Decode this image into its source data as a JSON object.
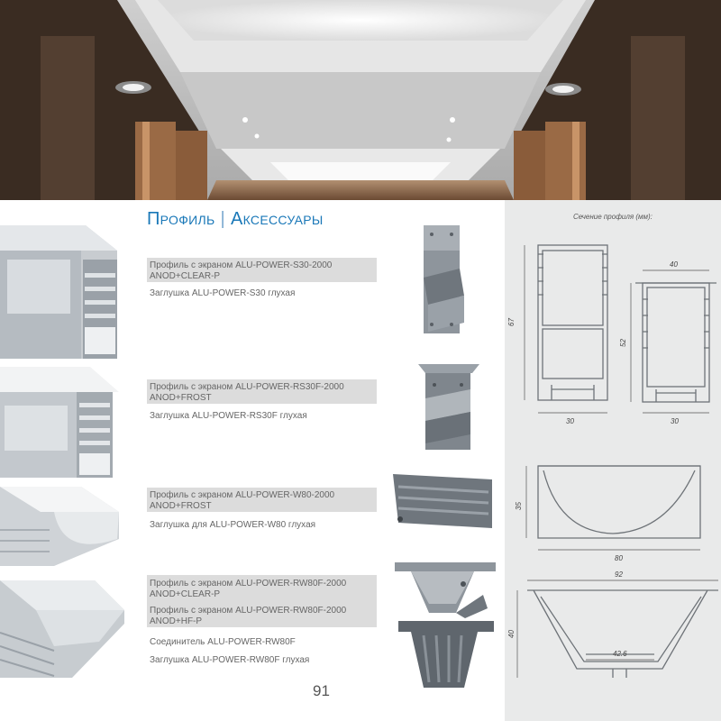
{
  "title": {
    "part1": "Профиль",
    "separator": "|",
    "part2": "Аксессуары"
  },
  "section_caption": "Сечение профиля (мм):",
  "page_number": "91",
  "products": [
    {
      "lines": [
        "Профиль с экраном ALU-POWER-S30-2000",
        "ANOD+CLEAR-P"
      ],
      "cap": "Заглушка ALU-POWER-S30 глухая"
    },
    {
      "lines": [
        "Профиль с экраном ALU-POWER-RS30F-2000",
        "ANOD+FROST"
      ],
      "cap": "Заглушка ALU-POWER-RS30F глухая"
    },
    {
      "lines": [
        "Профиль с экраном ALU-POWER-W80-2000",
        "ANOD+FROST"
      ],
      "cap": "Заглушка для ALU-POWER-W80 глухая"
    },
    {
      "lines": [
        "Профиль с экраном ALU-POWER-RW80F-2000",
        "ANOD+CLEAR-P"
      ],
      "lines2": [
        "Профиль с экраном ALU-POWER-RW80F-2000",
        "ANOD+HF-P"
      ],
      "connector": "Соединитель ALU-POWER-RW80F",
      "cap": "Заглушка ALU-POWER-RW80F глухая"
    }
  ],
  "dims": {
    "s30": {
      "height": "67",
      "width": "30"
    },
    "rs30f": {
      "top": "40",
      "height": "52",
      "width": "30"
    },
    "w80": {
      "height": "35",
      "width": "80"
    },
    "rw80f": {
      "top": "92",
      "height": "40",
      "inner": "42.6"
    }
  }
}
